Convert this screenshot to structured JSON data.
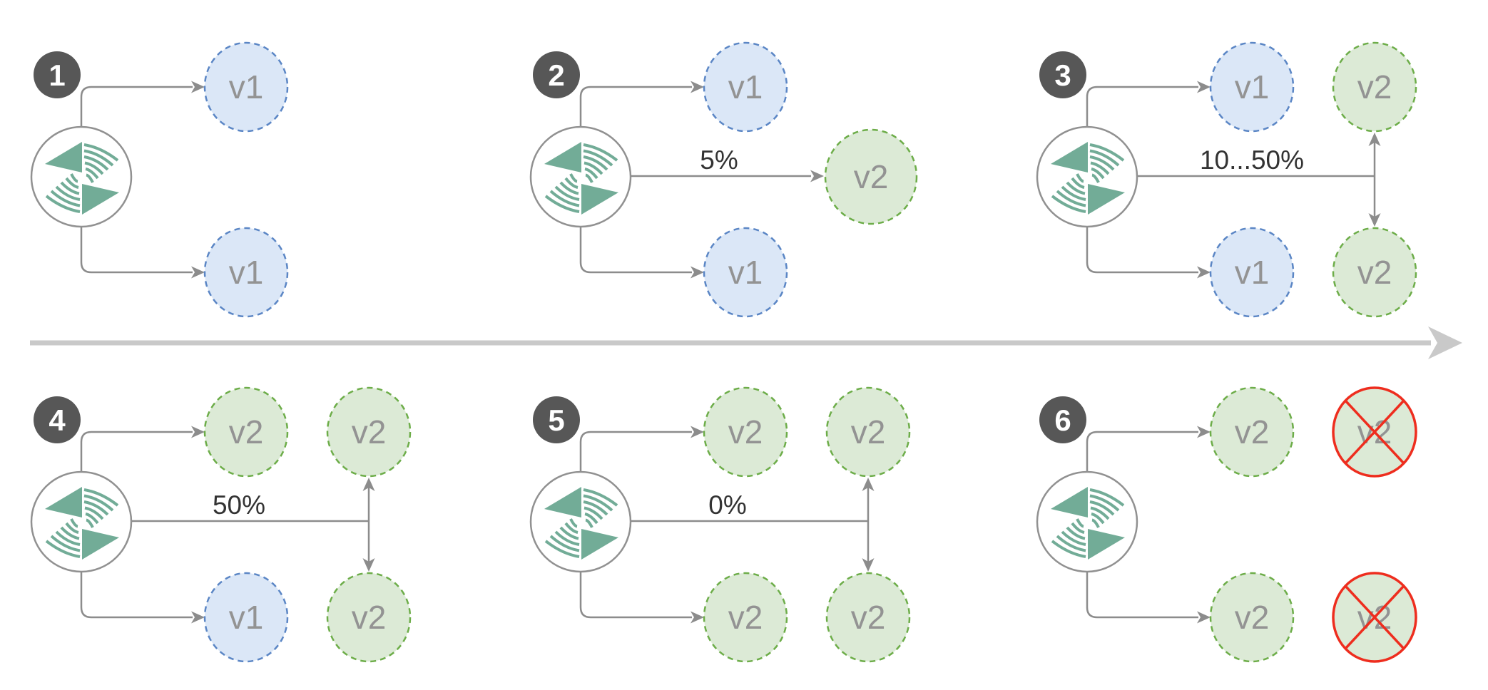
{
  "panels": [
    {
      "step": "1",
      "nodes": {
        "top_left": "v1",
        "bottom_left": "v1"
      }
    },
    {
      "step": "2",
      "traffic_label": "5%",
      "nodes": {
        "top_left": "v1",
        "middle_right": "v2",
        "bottom_left": "v1"
      }
    },
    {
      "step": "3",
      "traffic_label": "10...50%",
      "nodes": {
        "top_left": "v1",
        "top_right": "v2",
        "bottom_left": "v1",
        "bottom_right": "v2"
      }
    },
    {
      "step": "4",
      "traffic_label": "50%",
      "nodes": {
        "top_left": "v2",
        "top_right": "v2",
        "bottom_left": "v1",
        "bottom_right": "v2"
      }
    },
    {
      "step": "5",
      "traffic_label": "0%",
      "nodes": {
        "top_left": "v2",
        "top_right": "v2",
        "bottom_left": "v2",
        "bottom_right": "v2"
      }
    },
    {
      "step": "6",
      "nodes": {
        "top_left": "v2",
        "top_right": "v2",
        "bottom_left": "v2",
        "bottom_right": "v2"
      }
    }
  ],
  "colors": {
    "primary_node_fill": "#dbe7f7",
    "primary_node_border": "#5b86c5",
    "canary_node_fill": "#dcead6",
    "canary_node_border": "#6dad49",
    "router_logo_teal": "#72ac97",
    "connector_gray": "#8c8c8c",
    "step_badge_gray": "#575757",
    "terminated_red": "#ee2d1e",
    "timeline_gray": "#c9c9c9",
    "label_gray": "#939393",
    "percent_text": "#333333"
  }
}
